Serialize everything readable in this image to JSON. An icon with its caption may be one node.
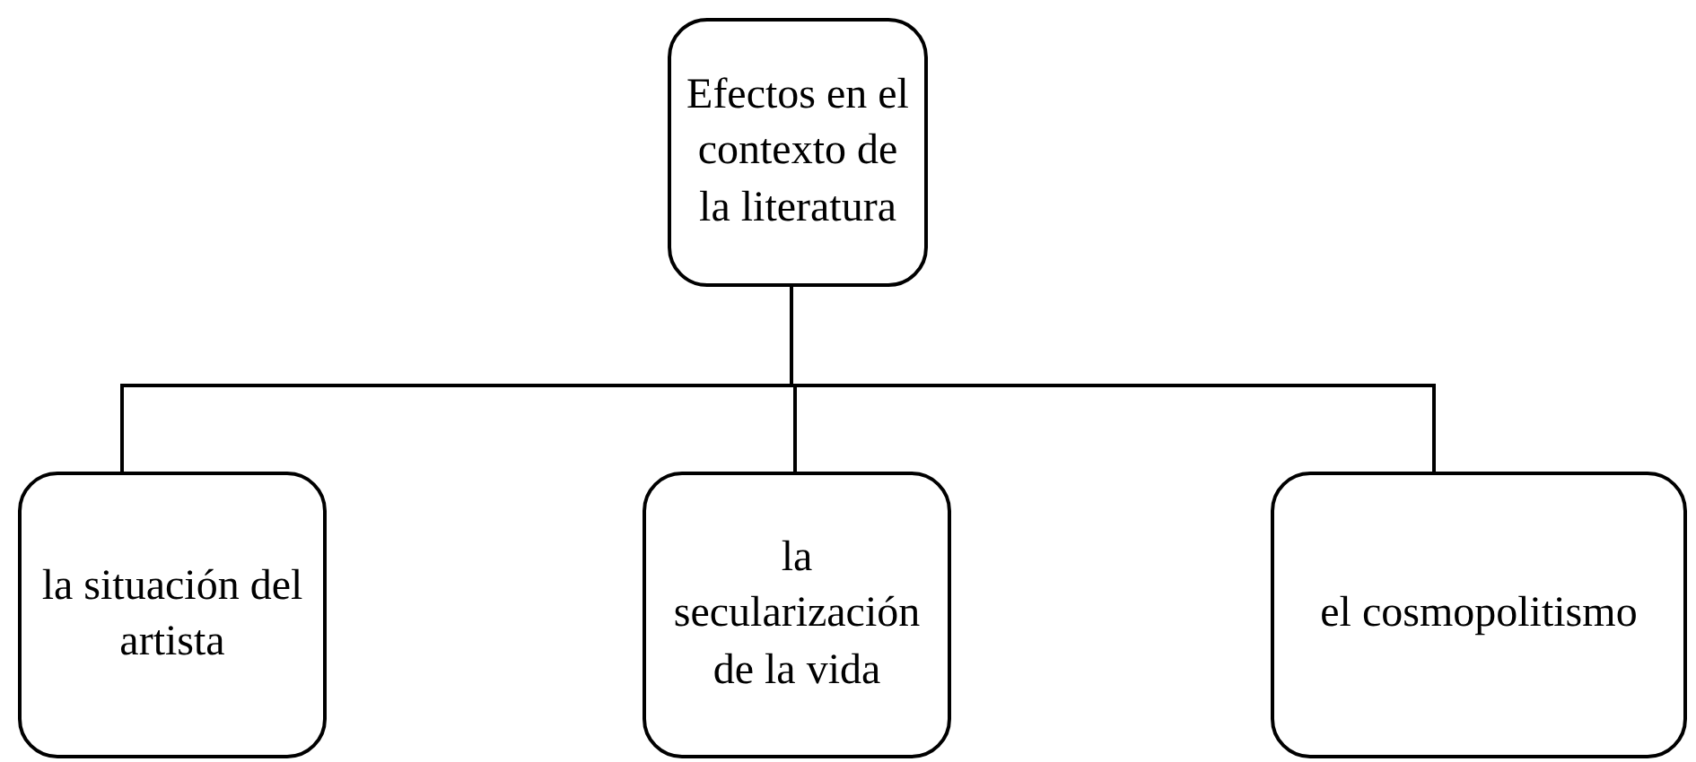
{
  "diagram": {
    "nodes": [
      {
        "text": [
          "Efectos en el contexto de la literatura"
        ]
      },
      {
        "text": [
          "la situación del artista"
        ]
      },
      {
        "text": [
          "la secularización de la vida"
        ]
      },
      {
        "text": [
          "el cosmopolitismo"
        ]
      }
    ],
    "edges": [
      {
        "from": 0,
        "to": 1,
        "arrow": "none"
      },
      {
        "from": 0,
        "to": 2,
        "arrow": "none"
      },
      {
        "from": 0,
        "to": 3,
        "arrow": "none"
      }
    ]
  }
}
